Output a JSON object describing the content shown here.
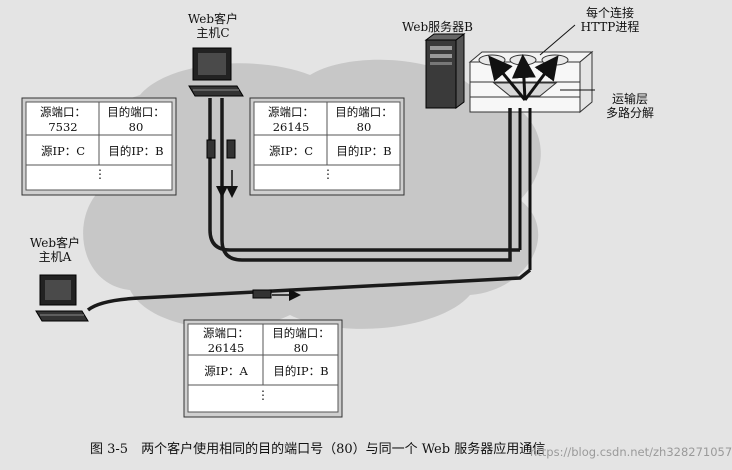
{
  "labels": {
    "host_c": "Web客户\n主机C",
    "server_b": "Web服务器B",
    "http_process": "每个连接\nHTTP进程",
    "transport_demux": "运输层\n多路分解",
    "host_a": "Web客户\n主机A"
  },
  "segments": [
    {
      "src_header": "源端口：",
      "src_value": "7532",
      "dst_header": "目的端口：",
      "dst_value": "80",
      "src_ip": "源IP：C",
      "dst_ip": "目的IP：B",
      "ellipsis": "⋮"
    },
    {
      "src_header": "源端口：",
      "src_value": "26145",
      "dst_header": "目的端口：",
      "dst_value": "80",
      "src_ip": "源IP：C",
      "dst_ip": "目的IP：B",
      "ellipsis": "⋮"
    },
    {
      "src_header": "源端口：",
      "src_value": "26145",
      "dst_header": "目的端口：",
      "dst_value": "80",
      "src_ip": "源IP：A",
      "dst_ip": "目的IP：B",
      "ellipsis": "⋮"
    }
  ],
  "caption": "图 3-5　两个客户使用相同的目的端口号（80）与同一个 Web 服务器应用通信",
  "watermark": "https://blog.csdn.net/zh328271057",
  "colors": {
    "background": "#e4e4e4",
    "cloud": "#bdbdbd",
    "link": "#1a1a1a",
    "box_bg": "#ffffff",
    "box_shade": "#d0d0d0"
  }
}
